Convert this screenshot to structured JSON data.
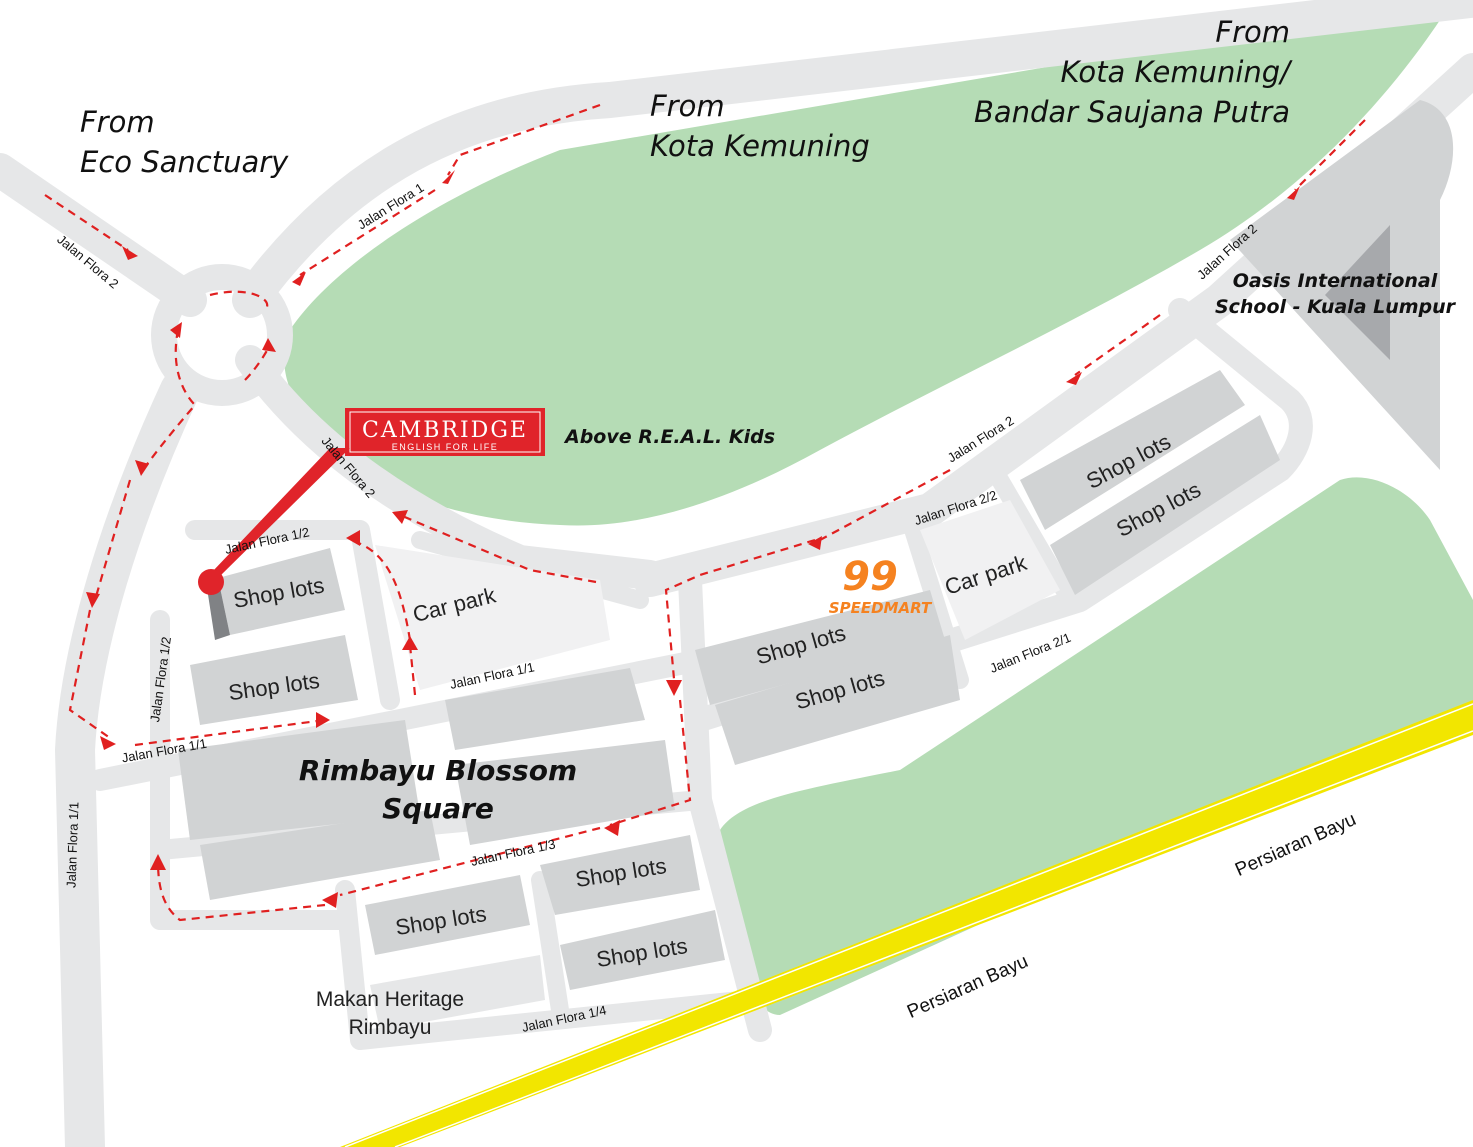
{
  "origins": {
    "eco": [
      "From",
      "Eco Sanctuary"
    ],
    "kota": [
      "From",
      "Kota Kemuning"
    ],
    "kota_bsp": [
      "From",
      "Kota Kemuning/",
      "Bandar Saujana Putra"
    ]
  },
  "landmarks": {
    "oasis": [
      "Oasis International",
      "School - Kuala Lumpur"
    ],
    "rimbayu": [
      "Rimbayu Blossom",
      "Square"
    ],
    "makan": [
      "Makan Heritage",
      "Rimbayu"
    ],
    "above_real_kids": "Above R.E.A.L. Kids"
  },
  "logos": {
    "cambridge_top": "CAMBRIDGE",
    "cambridge_sub": "ENGLISH FOR LIFE",
    "speedmart_num": "99",
    "speedmart_word": "SPEEDMART"
  },
  "roads": {
    "flora1": "Jalan Flora 1",
    "flora2": "Jalan Flora 2",
    "flora1_1": "Jalan Flora 1/1",
    "flora1_2": "Jalan Flora 1/2",
    "flora1_3": "Jalan Flora 1/3",
    "flora1_4": "Jalan Flora 1/4",
    "flora2_1": "Jalan Flora 2/1",
    "flora2_2": "Jalan Flora 2/2",
    "highway": "Persiaran Bayu"
  },
  "shop_lots": "Shop lots",
  "car_park": "Car park",
  "colors": {
    "park_green": "#b5dcb5",
    "road_grey": "#e6e7e8",
    "block_grey": "#d1d3d4",
    "route_red": "#e02020",
    "highway_yellow": "#f2e600",
    "cambridge_red": "#e0242a",
    "speedmart_orange": "#f58220"
  },
  "icons": [
    "cambridge-logo",
    "speedmart-logo",
    "location-pin-icon"
  ]
}
